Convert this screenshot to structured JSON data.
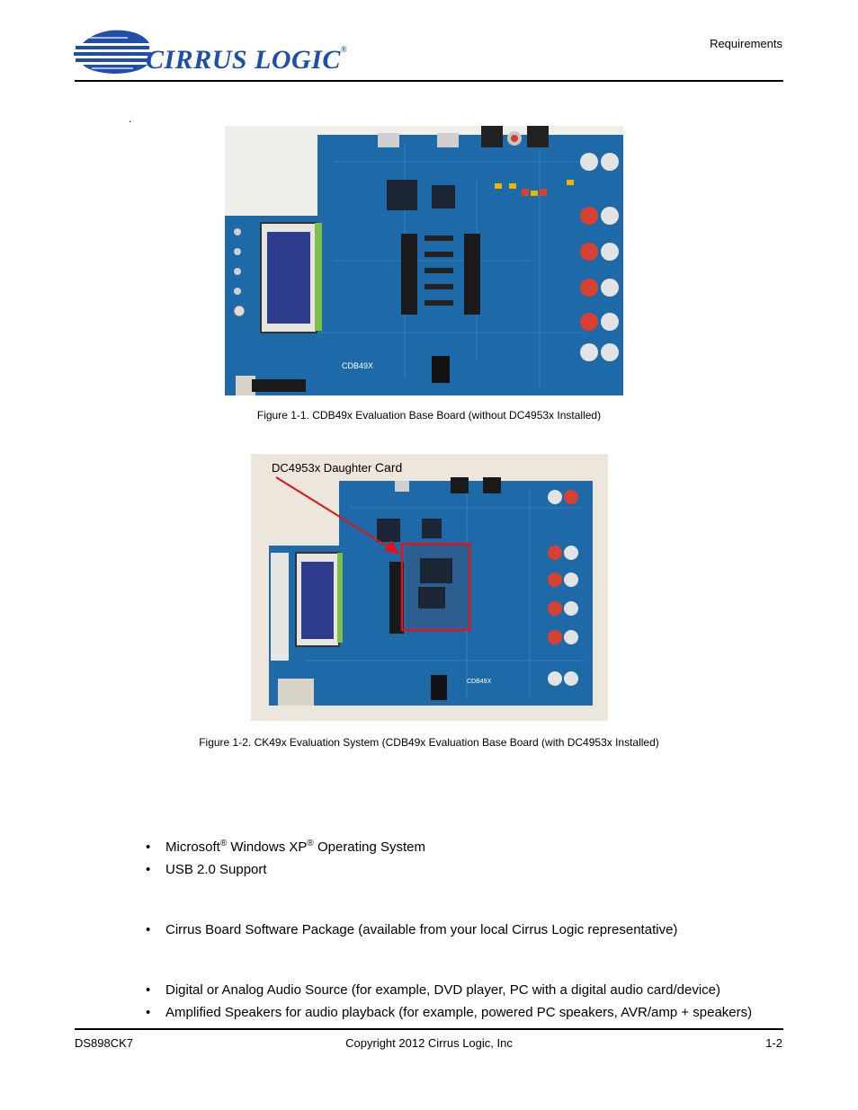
{
  "header": {
    "logo_text": "CIRRUS LOGIC",
    "logo_mark": "®",
    "section": "Requirements"
  },
  "stray_mark": ".",
  "figures": [
    {
      "caption": "Figure 1-1. CDB49x Evaluation Base Board (without DC4953x Installed)",
      "board_label": "CDB49X"
    },
    {
      "caption": "Figure 1-2. CK49x Evaluation System (CDB49x Evaluation Base Board (with DC4953x Installed)",
      "board_label": "CDB49X",
      "callout_a": "DC4953x Daughter",
      "callout_b": "Card"
    }
  ],
  "bullet_groups": {
    "system": [
      {
        "a": "Microsoft",
        "sup1": "®",
        "b": " Windows XP",
        "sup2": "®",
        "c": " Operating System"
      },
      {
        "text": "USB 2.0 Support"
      }
    ],
    "software": [
      {
        "text": "Cirrus Board Software Package (available from your local Cirrus Logic representative)"
      }
    ],
    "hardware": [
      {
        "text": "Digital or Analog Audio Source (for example, DVD player, PC with a digital audio card/device)"
      },
      {
        "text": "Amplified Speakers for audio playback (for example, powered PC speakers, AVR/amp + speakers)"
      }
    ]
  },
  "bullet_char": "•",
  "footer": {
    "left": "DS898CK7",
    "center": "Copyright 2012 Cirrus Logic, Inc",
    "right": "1-2"
  },
  "colors": {
    "logo_blue": "#1f4fa8",
    "pcb_blue": "#1e6aa8",
    "callout_red": "#e0141b"
  }
}
